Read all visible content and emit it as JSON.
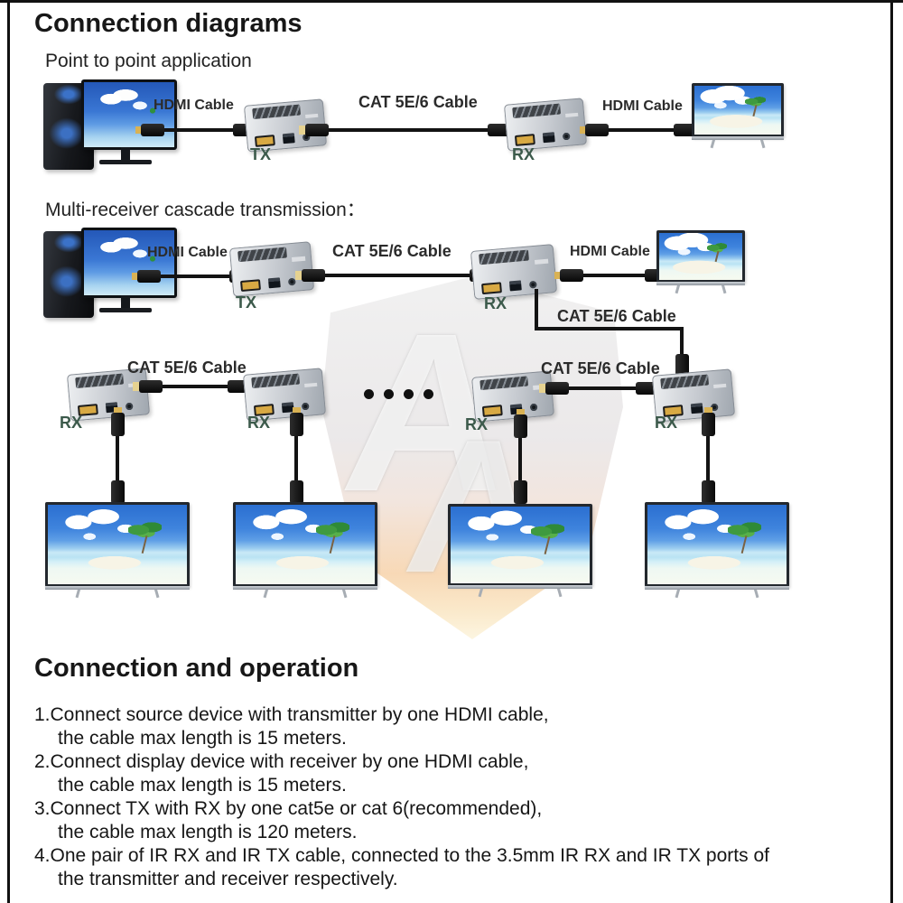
{
  "titles": {
    "connection_diagrams": "Connection diagrams",
    "point_to_point": "Point to point application",
    "multi_receiver": "Multi-receiver cascade transmission：",
    "connection_operation": "Connection and operation"
  },
  "labels": {
    "hdmi_cable": "HDMI Cable",
    "cat_cable": "CAT 5E/6 Cable",
    "tx": "TX",
    "rx": "RX"
  },
  "watermark": {
    "letter": "A"
  },
  "instructions": [
    {
      "text": "1.Connect source device with transmitter by one HDMI cable,",
      "cont": "the cable max length is 15 meters."
    },
    {
      "text": "2.Connect display device with receiver by one HDMI cable,",
      "cont": "the cable max length is 15 meters."
    },
    {
      "text": "3.Connect TX with RX by one cat5e or cat 6(recommended),",
      "cont": "the cable max length is 120 meters."
    },
    {
      "text": "4.One pair of IR RX and IR TX cable, connected to the 3.5mm IR RX and IR TX ports of",
      "cont": "the transmitter and receiver respectively."
    }
  ],
  "colors": {
    "tx_rx_label_green": "#3c5a4b",
    "cable_black": "#141414",
    "device_gray": "#c6cad0",
    "hdmi_gold": "#d8ab49",
    "watermark_orange": "#f6cfa4"
  }
}
